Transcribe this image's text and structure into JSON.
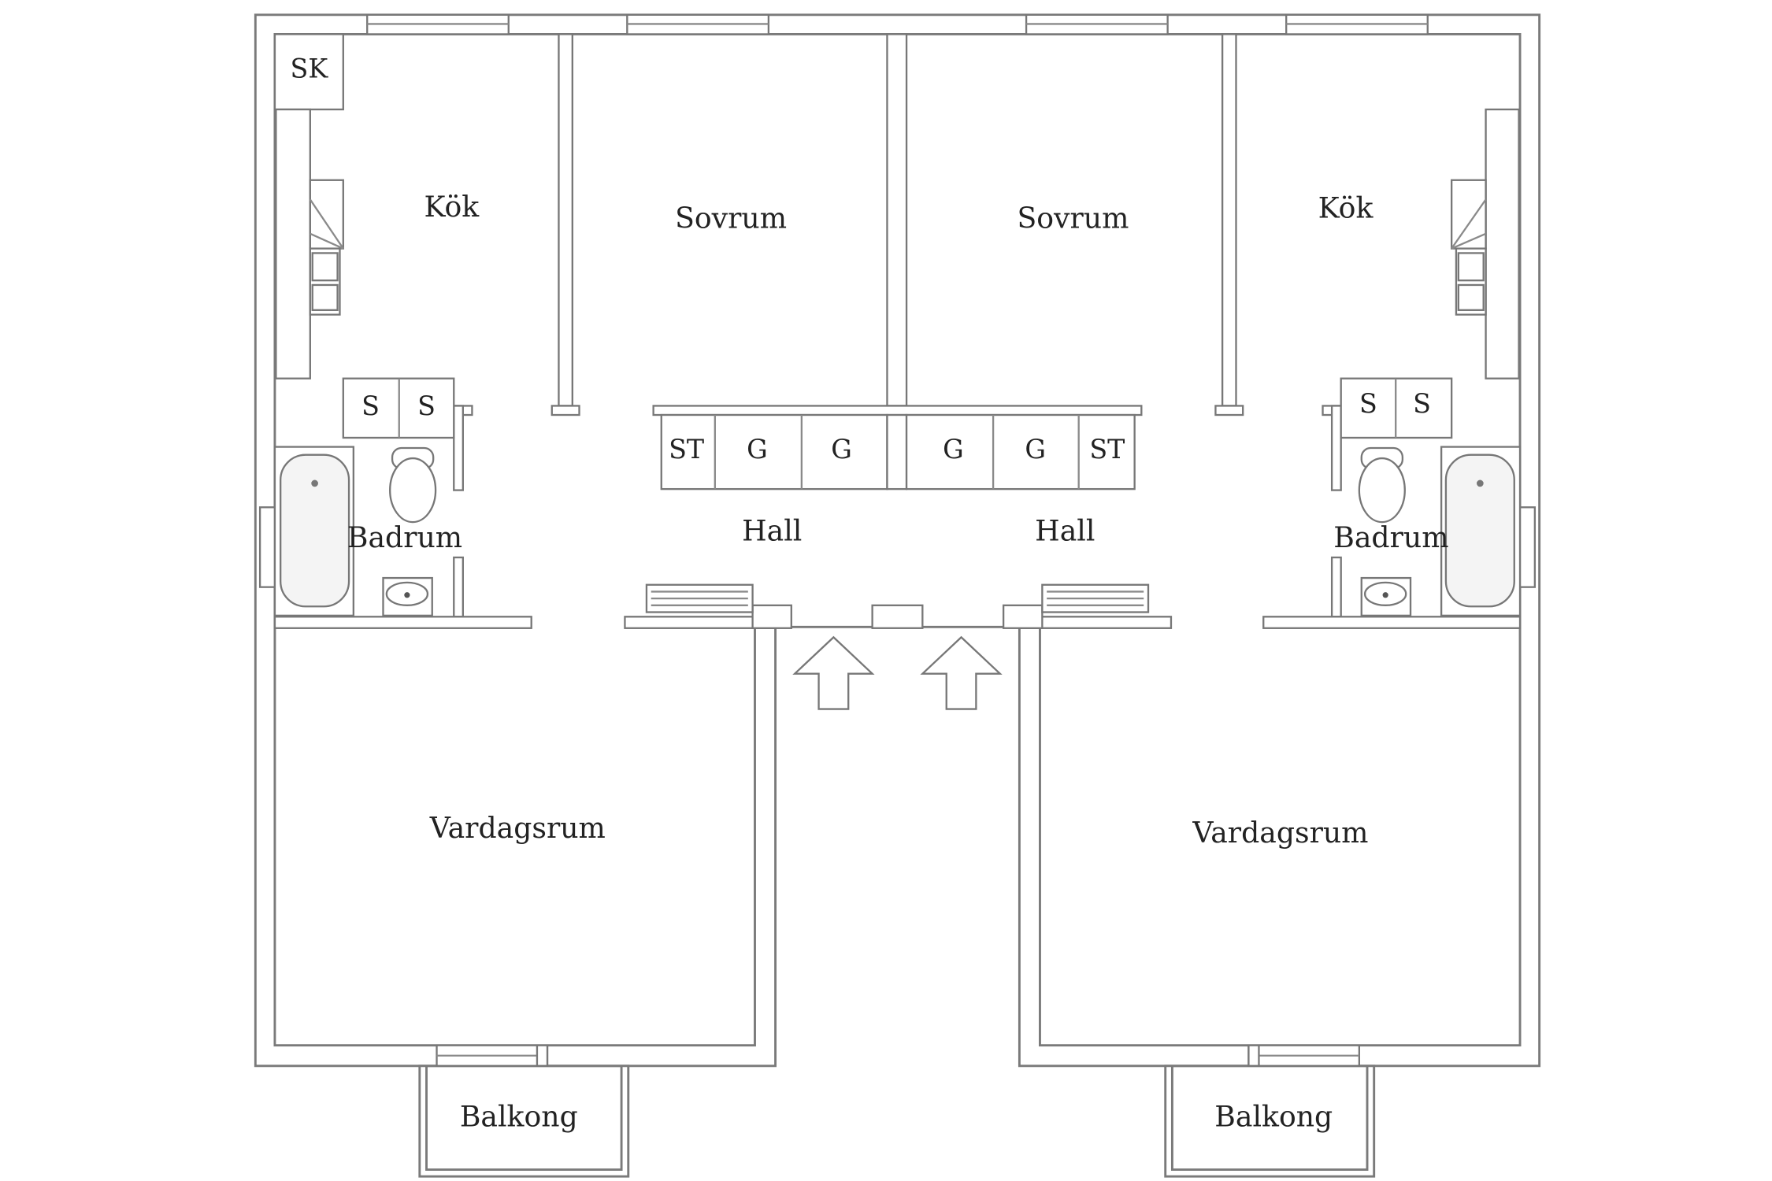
{
  "rooms": {
    "kok_left": "Kök",
    "kok_right": "Kök",
    "sovrum_left": "Sovrum",
    "sovrum_right": "Sovrum",
    "hall_left": "Hall",
    "hall_right": "Hall",
    "badrum_left": "Badrum",
    "badrum_right": "Badrum",
    "vardagsrum_left": "Vardagsrum",
    "vardagsrum_right": "Vardagsrum",
    "balkong_left": "Balkong",
    "balkong_right": "Balkong"
  },
  "storage": {
    "sk": "SK",
    "s": "S",
    "st": "ST",
    "g": "G"
  }
}
